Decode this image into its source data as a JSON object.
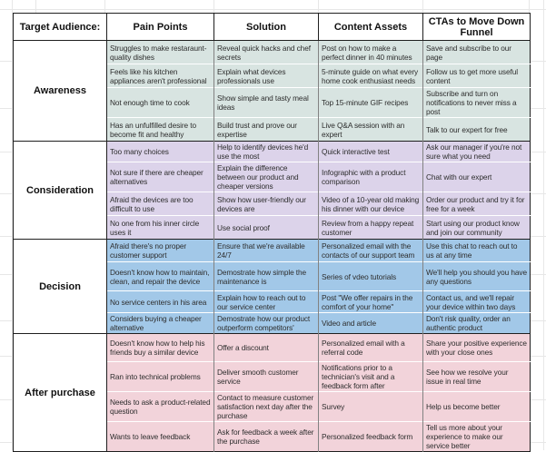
{
  "header": {
    "columns": [
      "Target Audience:",
      "Pain Points",
      "Solution",
      "Content Assets",
      "CTAs to Move Down Funnel"
    ]
  },
  "colors": {
    "awareness": "#d8e4e1",
    "consideration": "#dcd3ea",
    "decision": "#a2c8e8",
    "after_purchase": "#f2d3da",
    "band_border": "#1f1f1f",
    "column_divider": "#828282",
    "sheet_gridline": "#e7e7e7"
  },
  "bands": [
    {
      "label": "Awareness",
      "color": "#d8e4e1",
      "rows": [
        {
          "pain": "Struggles to make restaraunt-quality dishes",
          "solution": "Reveal quick hacks and chef secrets",
          "content": "Post on how to make a perfect dinner in 40 minutes",
          "cta": "Save and subscribe to our page"
        },
        {
          "pain": "Feels like his kitchen appliances aren't professional",
          "solution": "Explain what devices professionals use",
          "content": "5-minute guide on what every home cook enthusiast needs",
          "cta": "Follow us to get more useful content"
        },
        {
          "pain": "Not enough time to cook",
          "solution": "Show simple and tasty meal ideas",
          "content": "Top 15-minute GIF recipes",
          "cta": "Subscribe and turn on notifications to never miss a post"
        },
        {
          "pain": "Has an unfulfilled desire to become fit and healthy",
          "solution": "Build trust and prove our expertise",
          "content": "Live Q&A session with an expert",
          "cta": "Talk to our expert for free"
        }
      ]
    },
    {
      "label": "Consideration",
      "color": "#dcd3ea",
      "rows": [
        {
          "pain": "Too many choices",
          "solution": "Help to identify devices he'd use the most",
          "content": "Quick interactive test",
          "cta": "Ask our manager if you're not sure what you need"
        },
        {
          "pain": "Not sure if there are cheaper alternatives",
          "solution": "Explain the difference between our product and cheaper versions",
          "content": "Infographic with a product comparison",
          "cta": "Chat with our expert"
        },
        {
          "pain": "Afraid the devices are too difficult to use",
          "solution": "Show how user-friendly our devices are",
          "content": "Video of a 10-year old making his dinner with our device",
          "cta": "Order our product and try it for free for a week"
        },
        {
          "pain": "No one from his inner circle uses it",
          "solution": "Use social proof",
          "content": "Review from a happy repeat customer",
          "cta": "Start using our product know and join our community"
        }
      ]
    },
    {
      "label": "Decision",
      "color": "#a2c8e8",
      "rows": [
        {
          "pain": "Afraid there's no proper customer support",
          "solution": "Ensure that we're available 24/7",
          "content": "Personalized email with the contacts of our support team",
          "cta": "Use this chat to reach out to us at any time"
        },
        {
          "pain": "Doesn't know how to maintain, clean, and repair the device",
          "solution": "Demostrate how simple the maintenance is",
          "content": "Series of vdeo tutorials",
          "cta": "We'll help you should you have any questions"
        },
        {
          "pain": "No service centers in his area",
          "solution": "Explain how to reach out to our service center",
          "content": "Post \"We offer repairs in the comfort of your home\"",
          "cta": "Contact us, and we'll repair your device within two days"
        },
        {
          "pain": "Considers buying a cheaper alternative",
          "solution": "Demostrate how our product outperform competitors'",
          "content": "Video and article",
          "cta": "Don't risk quality, order an authentic product"
        }
      ]
    },
    {
      "label": "After purchase",
      "color": "#f2d3da",
      "rows": [
        {
          "pain": "Doesn't know how to help his friends buy a similar device",
          "solution": "Offer a discount",
          "content": "Personalized email with a referral code",
          "cta": "Share your positive experience with your close ones"
        },
        {
          "pain": "Ran into technical problems",
          "solution": "Deliver smooth customer service",
          "content": "Notifications prior to a technician's visit and a feedback form after",
          "cta": "See how we resolve your issue in real time"
        },
        {
          "pain": "Needs to ask a product-related question",
          "solution": "Contact to measure customer satisfaction next day after the purchase",
          "content": "Survey",
          "cta": "Help us become better"
        },
        {
          "pain": "Wants to leave feedback",
          "solution": "Ask for feedback a week after the purchase",
          "content": "Personalized feedback form",
          "cta": "Tell us more about your experience to make our service better"
        }
      ]
    }
  ]
}
